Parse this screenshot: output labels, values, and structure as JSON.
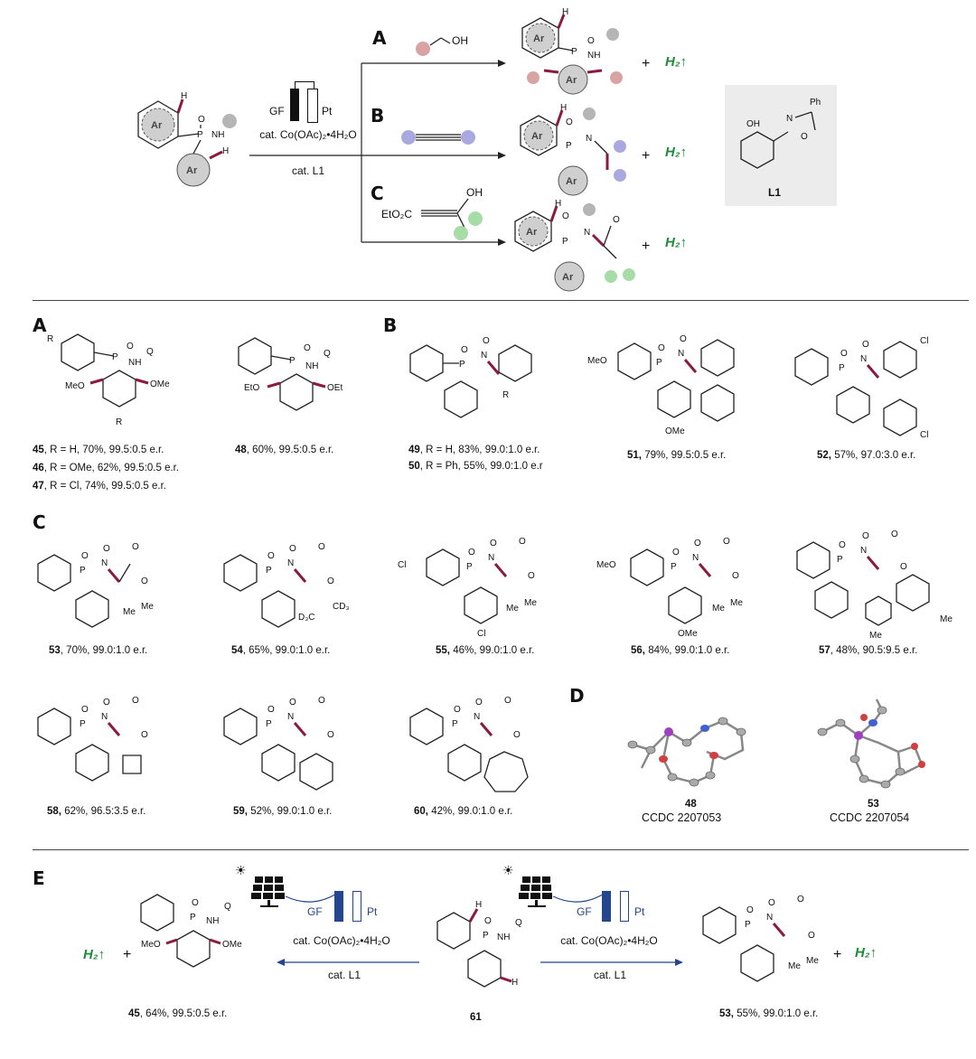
{
  "scheme": {
    "cell_labels": {
      "gf": "GF",
      "pt": "Pt"
    },
    "conditions": {
      "catalyst": "cat. Co(OAc)₂•4H₂O",
      "ligand": "cat. L1"
    },
    "branches": [
      {
        "letter": "A",
        "reagent": "OH"
      },
      {
        "letter": "B",
        "reagent": ""
      },
      {
        "letter": "C",
        "reagent": "EtO₂C",
        "reagent_oh": "OH"
      }
    ],
    "byproduct": "H₂",
    "ligand_label": "L1",
    "ligand_atoms": {
      "oh": "OH",
      "n": "N",
      "o": "O",
      "ph": "Ph"
    },
    "atoms": {
      "ar": "Ar",
      "h": "H",
      "o": "O",
      "p": "P",
      "nh": "NH",
      "n": "N"
    }
  },
  "panels": {
    "A": {
      "letter": "A",
      "compounds": [
        {
          "lines": [
            {
              "id": "45",
              "text": ", R = H, 70%, 99.5:0.5 e.r."
            },
            {
              "id": "46",
              "text": ", R = OMe, 62%, 99.5:0.5 e.r."
            },
            {
              "id": "47",
              "text": ", R = Cl, 74%, 99.5:0.5 e.r."
            }
          ]
        },
        {
          "lines": [
            {
              "id": "48",
              "text": ", 60%, 99.5:0.5 e.r."
            }
          ]
        }
      ]
    },
    "B": {
      "letter": "B",
      "compounds": [
        {
          "lines": [
            {
              "id": "49",
              "text": ", R = H, 83%, 99.0:1.0 e.r."
            },
            {
              "id": "50",
              "text": ", R = Ph, 55%, 99.0:1.0 e.r"
            }
          ]
        },
        {
          "lines": [
            {
              "id": "51,",
              "text": " 79%, 99.5:0.5 e.r."
            }
          ]
        },
        {
          "lines": [
            {
              "id": "52,",
              "text": " 57%, 97.0:3.0 e.r."
            }
          ]
        }
      ]
    },
    "C": {
      "letter": "C",
      "compounds": [
        {
          "id": "53",
          "text": ", 70%, 99.0:1.0 e.r."
        },
        {
          "id": "54",
          "text": ", 65%, 99.0:1.0 e.r."
        },
        {
          "id": "55,",
          "text": " 46%, 99.0:1.0 e.r."
        },
        {
          "id": "56,",
          "text": " 84%, 99.0:1.0 e.r."
        },
        {
          "id": "57",
          "text": ", 48%, 90.5:9.5 e.r."
        },
        {
          "id": "58,",
          "text": " 62%, 96.5:3.5 e.r."
        },
        {
          "id": "59,",
          "text": " 52%, 99.0:1.0 e.r."
        },
        {
          "id": "60,",
          "text": " 42%, 99.0:1.0 e.r."
        }
      ]
    },
    "D": {
      "letter": "D",
      "structures": [
        {
          "id": "48",
          "ccdc": "CCDC 2207053"
        },
        {
          "id": "53",
          "ccdc": "CCDC 2207054"
        }
      ]
    },
    "E": {
      "letter": "E",
      "conditions": {
        "catalyst": "cat. Co(OAc)₂•4H₂O",
        "ligand": "cat. L1"
      },
      "cell_labels": {
        "gf": "GF",
        "pt": "Pt"
      },
      "start": {
        "id": "61"
      },
      "left_product": {
        "id": "45",
        "text": ", 64%, 99.5:0.5 e.r."
      },
      "right_product": {
        "id": "53,",
        "text": " 55%, 99.0:1.0 e.r."
      },
      "byproduct": "H₂"
    }
  },
  "atom_labels": {
    "r": "R",
    "meo": "MeO",
    "ome": "OMe",
    "eto": "EtO",
    "oet": "OEt",
    "me": "Me",
    "cl": "Cl",
    "d3c": "D₃C",
    "cd3": "CD₃",
    "q": "Q",
    "p": "P",
    "n": "N",
    "o": "O",
    "nh": "NH",
    "h": "H"
  },
  "colors": {
    "bond_highlight": "#8b1a3f",
    "h2": "#1e8a3a",
    "solar_blue": "#23468c",
    "pink": "#d9a3a3",
    "purple": "#a9a9e0",
    "green": "#a7dca7",
    "grey_group": "#b5b5b5"
  }
}
